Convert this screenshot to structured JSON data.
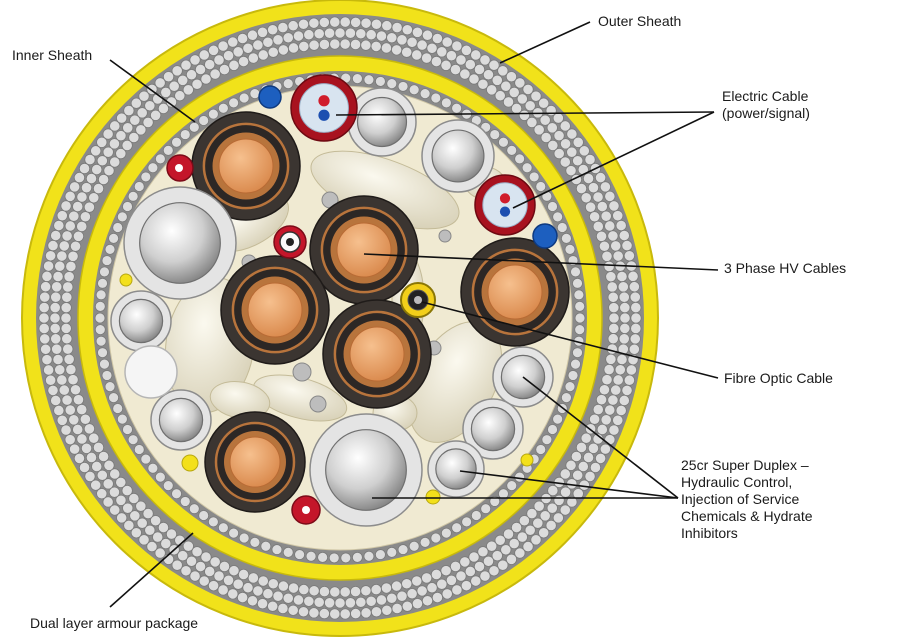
{
  "labels": {
    "outer_sheath": "Outer Sheath",
    "inner_sheath": "Inner Sheath",
    "electric_cable": [
      "Electric Cable",
      "(power/signal)"
    ],
    "hv_cables": "3 Phase HV Cables",
    "fibre_optic": "Fibre Optic Cable",
    "super_duplex": [
      "25cr Super Duplex –",
      "Hydraulic Control,",
      "Injection of Service",
      "Chemicals & Hydrate",
      "Inhibitors"
    ],
    "armour": "Dual layer armour package"
  },
  "colors": {
    "sheath_yellow": "#f1e21a",
    "armour_wire": "#dcdcdc",
    "armour_bg": "#8a8a8a",
    "filler": "#e8e3cf",
    "hv_jacket": "#3b3531",
    "hv_copper_ring": "#b8743c",
    "hv_core": "#e8a066",
    "tube_steel": "#c9c9c9",
    "red_filler": "#c4162a",
    "blue_filler": "#1d5fbf",
    "leader_line": "#111111"
  }
}
